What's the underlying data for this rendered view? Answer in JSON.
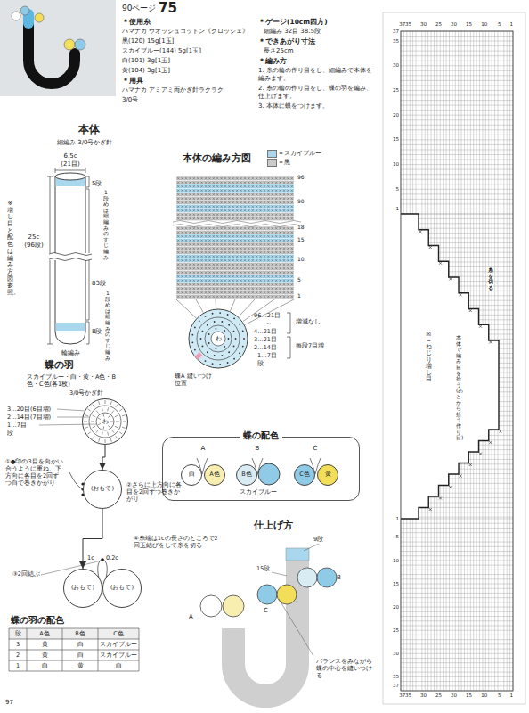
{
  "diagram": {
    "nodes": [
      {
        "text": [
          "わ"
        ]
      },
      {
        "text": [
          "(おもて)"
        ]
      },
      {
        "text": [
          "(おもて)"
        ]
      },
      {
        "text": [
          "(おもて)"
        ]
      },
      {
        "text": [
          "蝶の配色"
        ]
      },
      {
        "text": [
          "白"
        ],
        "in": 4
      },
      {
        "text": [
          "A色"
        ],
        "in": 4
      },
      {
        "text": [
          "B色"
        ],
        "in": 4
      },
      {
        "text": [
          "C色"
        ],
        "in": 4
      },
      {
        "text": [
          "黄"
        ],
        "in": 4
      }
    ],
    "edges": [
      {
        "from": 0,
        "to": 1,
        "arrow": "to"
      },
      {
        "from": 1,
        "to": 2,
        "arrow": "to"
      }
    ],
    "labels": [
      "90ページ",
      "75",
      "＊使用糸",
      "ハマナカ ウオッシュコットン《クロッシェ》",
      "黒(120) 15g[1玉]",
      "スカイブルー(144) 5g[1玉]",
      "白(101) 3g[1玉]",
      "黄(104) 3g[1玉]",
      "＊用具",
      "ハマナカ アミアミ両かぎ針ラクラク",
      "3/0号",
      "＊ゲージ(10cm四方)",
      "細編み 32目 38.5段",
      "＊できあがり寸法",
      "長さ25cm",
      "＊編み方",
      "1. 糸の輪の作り目をし、細編みで本体を編みます。",
      "2. 糸の輪の作り目をし、蝶の羽を編み、仕上げます。",
      "3. 本体に蝶をつけます。",
      "本体",
      "細編み 3/0号かぎ針",
      "6.5c",
      "(21目)",
      "5段",
      "1段めは細編みのすじ編み",
      "25c",
      "(96段)",
      "83段",
      "1段めは細編みのすじ編み",
      "8段",
      "輪編み",
      "※増し目と配色は編み方図参照。",
      "本体の編み方図",
      "96",
      "90",
      "18",
      "15",
      "10",
      "5",
      "1",
      "96…21目",
      "～",
      "4…21目",
      "3…21目",
      "2…14目",
      "1…7目",
      "段",
      "増減なし",
      "毎段7目増",
      "蝶A 縫いつけ位置",
      "わ",
      "蝶の羽",
      "スカイブルー・白・黄・A色・B色・C色(各1枚)",
      "3/0号かぎ針",
      "3…20目(6目増)",
      "2…14目(7目増)",
      "1…7目",
      "段",
      "①●印の3目を向かい合うように重ね、下方向に各目を2回ずつ白で巻きかがり",
      "②さらに上方向に各目を2回ずつ巻きかがり",
      "1c",
      "0.2c",
      "④糸端は1cの長さのところで2回玉結びをして糸を切る",
      "③2回結ぶ",
      "蝶の羽の配色",
      "段",
      "A色",
      "B色",
      "C色",
      "3",
      "黄",
      "白",
      "スカイブルー",
      "2",
      "黄",
      "白",
      "スカイブルー",
      "1",
      "白",
      "黄",
      "白",
      "A",
      "B",
      "C",
      "スカイブルー",
      "仕上げ方",
      "9段",
      "15段",
      "B",
      "C",
      "A",
      "バランスをみながら蝶の中心を縫いつける",
      "37",
      "35",
      "30",
      "25",
      "20",
      "15",
      "10",
      "5",
      "1",
      "37",
      "35",
      "30",
      "25",
      "20",
      "15",
      "10",
      "5",
      "1",
      "1",
      "5",
      "10",
      "15",
      "20",
      "25",
      "30",
      "35",
      "37",
      "37",
      "35",
      "30",
      "25",
      "20",
      "15",
      "10",
      "5",
      "1",
      "糸を切る",
      "☒＝ねじり増し目",
      "本体で編み目を拾う (あとから拾う作り目)",
      "97"
    ],
    "legend": [
      {
        "text": "＝スカイブルー",
        "color": "#a9d8ee"
      },
      {
        "text": "＝黒",
        "color": "#c9c9c9"
      }
    ]
  }
}
